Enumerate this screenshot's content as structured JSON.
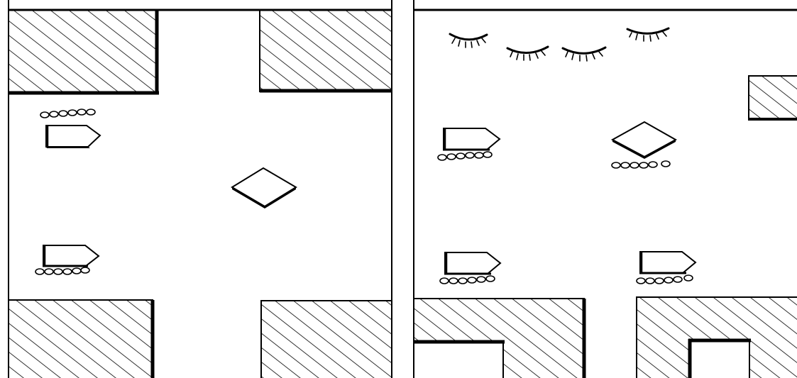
{
  "colors": {
    "ink": "#000000",
    "paper": "#ffffff"
  },
  "panels": [
    {
      "name": "left-frame",
      "objects": [
        "building-top-left",
        "building-top-right",
        "building-bottom-left",
        "building-bottom-right",
        "bullet-car-upper",
        "bullet-car-lower",
        "diamond-block"
      ]
    },
    {
      "name": "right-frame",
      "objects": [
        "eyelash-row",
        "building-right-edge",
        "bullet-car-left-upper",
        "bullet-car-left-lower",
        "bullet-car-center-lower",
        "diamond-block-with-wheels",
        "building-bottom-left-with-door",
        "building-bottom-right-with-door"
      ]
    }
  ]
}
